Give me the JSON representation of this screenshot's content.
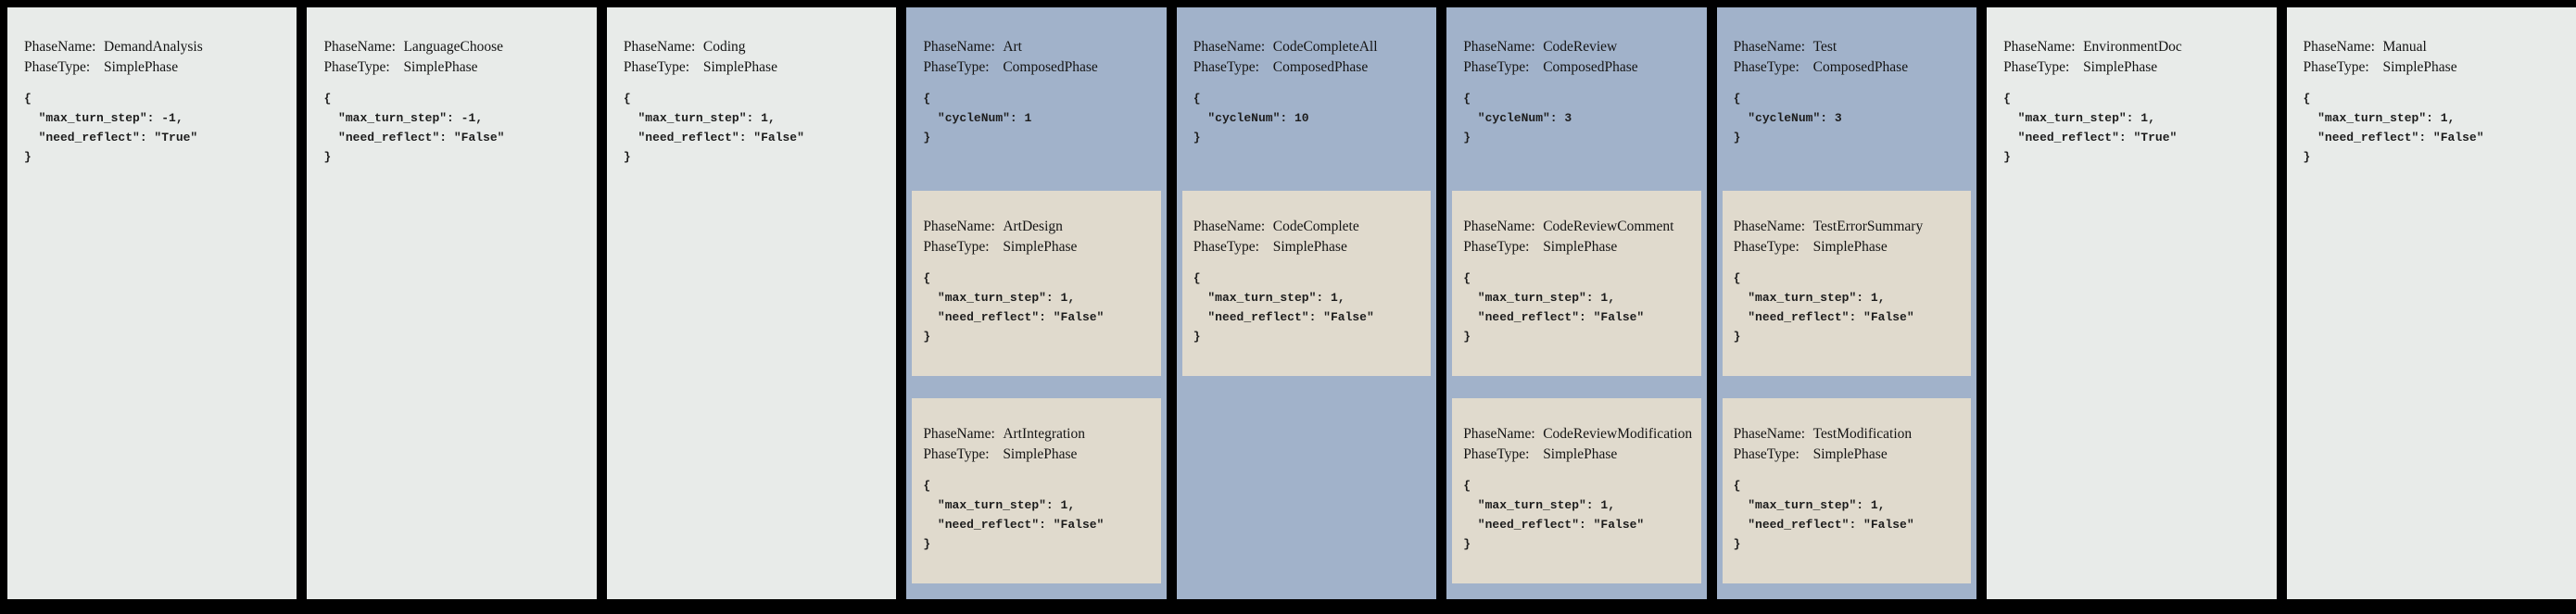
{
  "colors": {
    "page_bg": "#000000",
    "simple_bg": "#e8ebe9",
    "composed_bg": "#a1b2ca",
    "subphase_bg": "#e0dacd"
  },
  "labels": {
    "phase_name": "PhaseName:",
    "phase_type": "PhaseType:"
  },
  "phases": [
    {
      "name": "DemandAnalysis",
      "type": "SimplePhase",
      "config": "{\n  \"max_turn_step\": -1,\n  \"need_reflect\": \"True\"\n}"
    },
    {
      "name": "LanguageChoose",
      "type": "SimplePhase",
      "config": "{\n  \"max_turn_step\": -1,\n  \"need_reflect\": \"False\"\n}"
    },
    {
      "name": "Coding",
      "type": "SimplePhase",
      "config": "{\n  \"max_turn_step\": 1,\n  \"need_reflect\": \"False\"\n}"
    },
    {
      "name": "Art",
      "type": "ComposedPhase",
      "config": "{\n  \"cycleNum\": 1\n}",
      "subphases": [
        {
          "name": "ArtDesign",
          "type": "SimplePhase",
          "config": "{\n  \"max_turn_step\": 1,\n  \"need_reflect\": \"False\"\n}"
        },
        {
          "name": "ArtIntegration",
          "type": "SimplePhase",
          "config": "{\n  \"max_turn_step\": 1,\n  \"need_reflect\": \"False\"\n}"
        }
      ]
    },
    {
      "name": "CodeCompleteAll",
      "type": "ComposedPhase",
      "config": "{\n  \"cycleNum\": 10\n}",
      "subphases": [
        {
          "name": "CodeComplete",
          "type": "SimplePhase",
          "config": "{\n  \"max_turn_step\": 1,\n  \"need_reflect\": \"False\"\n}"
        }
      ]
    },
    {
      "name": "CodeReview",
      "type": "ComposedPhase",
      "config": "{\n  \"cycleNum\": 3\n}",
      "subphases": [
        {
          "name": "CodeReviewComment",
          "type": "SimplePhase",
          "config": "{\n  \"max_turn_step\": 1,\n  \"need_reflect\": \"False\"\n}"
        },
        {
          "name": "CodeReviewModification",
          "type": "SimplePhase",
          "config": "{\n  \"max_turn_step\": 1,\n  \"need_reflect\": \"False\"\n}"
        }
      ]
    },
    {
      "name": "Test",
      "type": "ComposedPhase",
      "config": "{\n  \"cycleNum\": 3\n}",
      "subphases": [
        {
          "name": "TestErrorSummary",
          "type": "SimplePhase",
          "config": "{\n  \"max_turn_step\": 1,\n  \"need_reflect\": \"False\"\n}"
        },
        {
          "name": "TestModification",
          "type": "SimplePhase",
          "config": "{\n  \"max_turn_step\": 1,\n  \"need_reflect\": \"False\"\n}"
        }
      ]
    },
    {
      "name": "EnvironmentDoc",
      "type": "SimplePhase",
      "config": "{\n  \"max_turn_step\": 1,\n  \"need_reflect\": \"True\"\n}"
    },
    {
      "name": "Manual",
      "type": "SimplePhase",
      "config": "{\n  \"max_turn_step\": 1,\n  \"need_reflect\": \"False\"\n}"
    }
  ]
}
